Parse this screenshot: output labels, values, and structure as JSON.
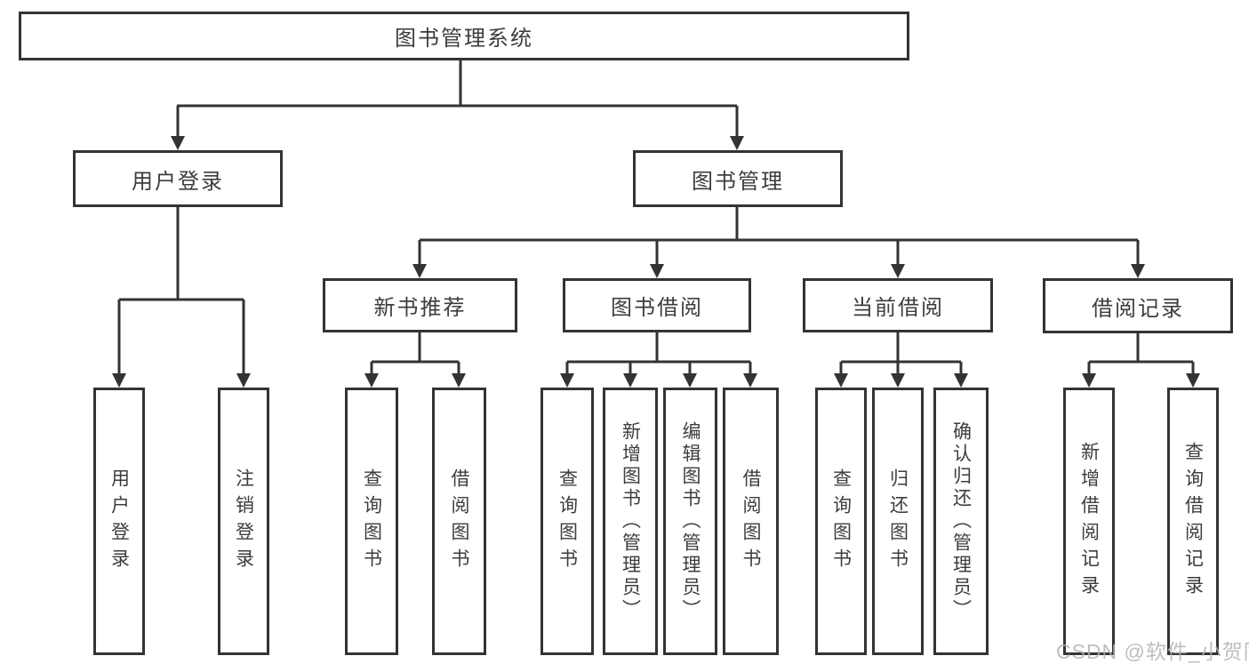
{
  "tree": {
    "root": {
      "label": "图书管理系统"
    },
    "branches": [
      {
        "label": "用户登录",
        "children": [
          "用户登录",
          "注销登录"
        ]
      },
      {
        "label": "图书管理",
        "sections": [
          {
            "label": "新书推荐",
            "children": [
              "查询图书",
              "借阅图书"
            ]
          },
          {
            "label": "图书借阅",
            "children": [
              "查询图书",
              "新增图书（管理员）",
              "编辑图书（管理员）",
              "借阅图书"
            ]
          },
          {
            "label": "当前借阅",
            "children": [
              "查询图书",
              "归还图书",
              "确认归还（管理员）"
            ]
          },
          {
            "label": "借阅记录",
            "children": [
              "新增借阅记录",
              "查询借阅记录"
            ]
          }
        ]
      }
    ]
  },
  "watermark": {
    "text": "CSDN @软件_小贺同学"
  },
  "colors": {
    "line": "#333333",
    "box_border": "#333333",
    "box_fill": "#ffffff",
    "text": "#3d3d3d",
    "background": "#ffffff",
    "watermark": "#b3b3b3"
  }
}
